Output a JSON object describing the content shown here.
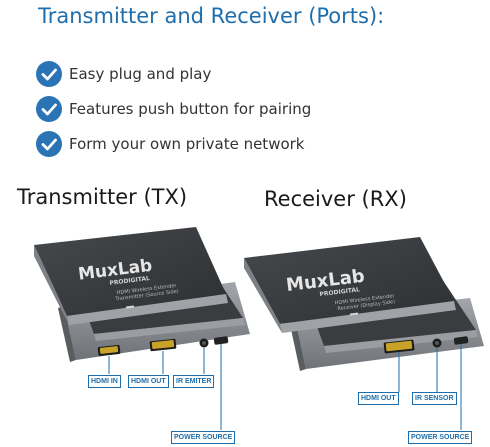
{
  "heading": "Transmitter and Receiver (Ports):",
  "features": [
    "Easy plug and play",
    "Features push button for pairing",
    "Form your own private network"
  ],
  "transmitter": {
    "title": "Transmitter (TX)",
    "brand": "MuxLab",
    "sub_brand": "PRODIGITAL",
    "product_line1": "HDMI Wireless Extender",
    "product_line2": "Transmitter (Source Side)",
    "ports": [
      "HDMI IN",
      "HDMI OUT",
      "IR EMITER"
    ],
    "power": "POWER SOURCE"
  },
  "receiver": {
    "title": "Receiver (RX)",
    "brand": "MuxLab",
    "sub_brand": "PRODIGITAL",
    "product_line1": "HDMI Wireless Extender",
    "product_line2": "Receiver (Display Side)",
    "ports": [
      "HDMI OUT",
      "IR SENSOR"
    ],
    "power": "POWER SOURCE"
  },
  "colors": {
    "accent": "#1f6eab",
    "check_circle": "#2a74b5",
    "device_top": "#3c3f42",
    "device_body": "#8c8f93"
  },
  "icons": {
    "feature_bullet": "check-circle-icon"
  }
}
